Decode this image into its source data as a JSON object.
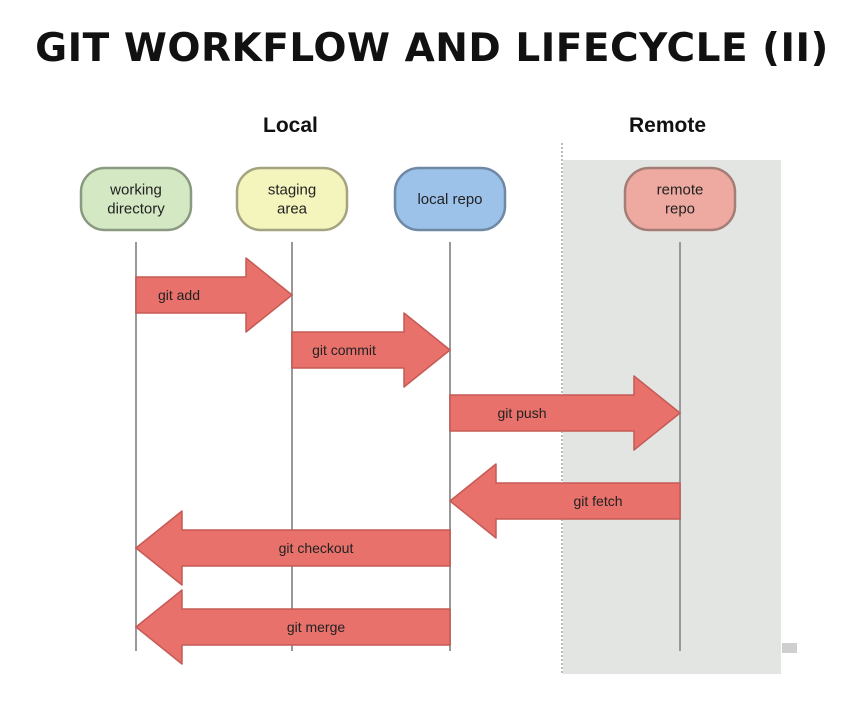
{
  "title": "GIT WORKFLOW AND LIFECYCLE (II)",
  "sections": {
    "local": "Local",
    "remote": "Remote"
  },
  "nodes": [
    {
      "id": "working",
      "lines": [
        "working",
        "directory"
      ],
      "fill": "#d4e8c4",
      "stroke": "#8a9a80"
    },
    {
      "id": "staging",
      "lines": [
        "staging",
        "area"
      ],
      "fill": "#f4f5bd",
      "stroke": "#a4a480"
    },
    {
      "id": "local",
      "lines": [
        "local repo"
      ],
      "fill": "#9cc2ea",
      "stroke": "#6f88a4"
    },
    {
      "id": "remote",
      "lines": [
        "remote",
        "repo"
      ],
      "fill": "#eeaaa0",
      "stroke": "#a47e76"
    }
  ],
  "arrows": [
    {
      "label": "git add",
      "from": "working",
      "to": "staging"
    },
    {
      "label": "git commit",
      "from": "staging",
      "to": "local"
    },
    {
      "label": "git push",
      "from": "local",
      "to": "remote"
    },
    {
      "label": "git fetch",
      "from": "remote",
      "to": "local"
    },
    {
      "label": "git checkout",
      "from": "local",
      "to": "working"
    },
    {
      "label": "git merge",
      "from": "local",
      "to": "working"
    }
  ],
  "colors": {
    "arrow_fill": "#e8716b",
    "arrow_stroke": "#c65a55",
    "remote_zone": "#e2e5e1",
    "lifeline": "#999999"
  }
}
